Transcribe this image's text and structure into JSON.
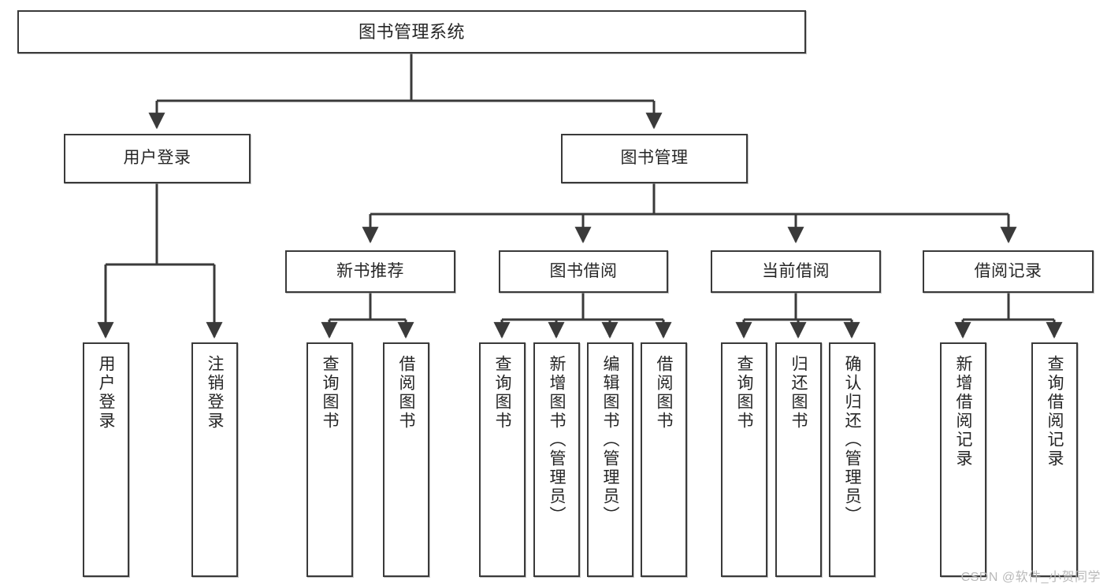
{
  "diagram": {
    "title": "图书管理系统",
    "type": "tree-hierarchy-chart",
    "stroke_color": "#3a3a3a",
    "fill_color": "#ffffff",
    "text_color": "#262626"
  },
  "watermark": {
    "text": "CSDN @软件_小贺同学"
  },
  "nodes": {
    "root": {
      "label": "图书管理系统"
    },
    "level1": [
      {
        "label": "用户登录"
      },
      {
        "label": "图书管理"
      }
    ],
    "level2": [
      {
        "label": "新书推荐"
      },
      {
        "label": "图书借阅"
      },
      {
        "label": "当前借阅"
      },
      {
        "label": "借阅记录"
      }
    ],
    "leaves": {
      "user_login": [
        {
          "label": "用户登录"
        },
        {
          "label": "注销登录"
        }
      ],
      "new_book_recommend": [
        {
          "label": "查询图书"
        },
        {
          "label": "借阅图书"
        }
      ],
      "book_borrow": [
        {
          "label": "查询图书"
        },
        {
          "label": "新增图书（管理员）"
        },
        {
          "label": "编辑图书（管理员）"
        },
        {
          "label": "借阅图书"
        }
      ],
      "current_borrow": [
        {
          "label": "查询图书"
        },
        {
          "label": "归还图书"
        },
        {
          "label": "确认归还（管理员）"
        }
      ],
      "borrow_record": [
        {
          "label": "新增借阅记录"
        },
        {
          "label": "查询借阅记录"
        }
      ]
    }
  }
}
